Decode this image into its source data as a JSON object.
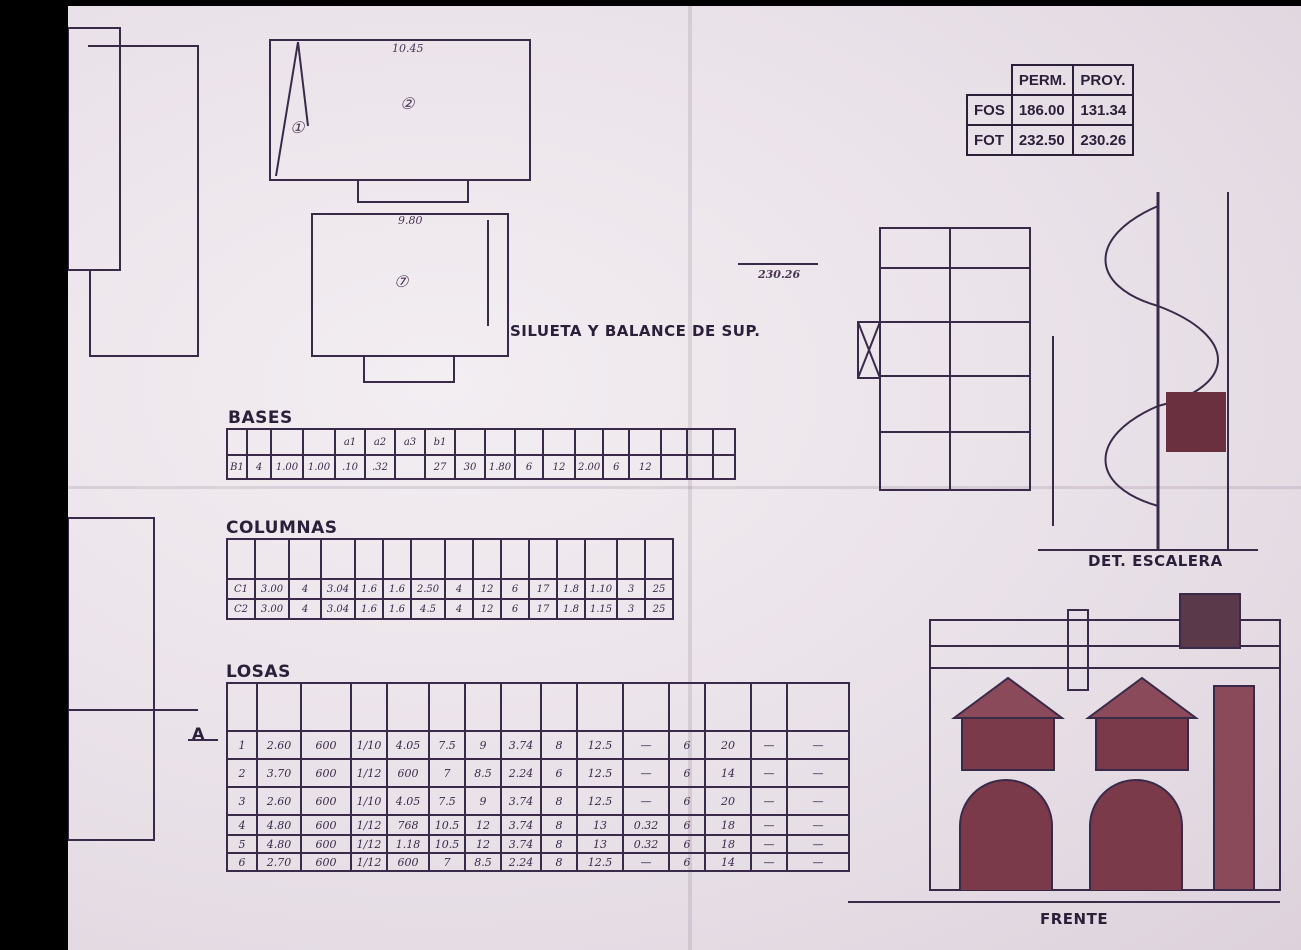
{
  "fos_table": {
    "headers": [
      "",
      "PERM.",
      "PROY."
    ],
    "rows": [
      {
        "label": "FOS",
        "perm": "186.00",
        "proy": "131.34"
      },
      {
        "label": "FOT",
        "perm": "232.50",
        "proy": "230.26"
      }
    ]
  },
  "section_titles": {
    "silueta": "SILUETA Y BALANCE DE SUP.",
    "bases": "BASES",
    "columnas": "COLUMNAS",
    "losas": "LOSAS",
    "escalera": "DET. ESCALERA",
    "frente": "FRENTE",
    "cut_mark": "A"
  },
  "plan_labels": {
    "dim_top": "10.45",
    "dim_lower": "9.80",
    "area_2": "②",
    "area_1": "①",
    "area_7": "⑦",
    "sum_total": "230.26"
  },
  "bases_table": {
    "header_row": [
      "",
      "",
      "",
      "",
      "a1",
      "a2",
      "a3",
      "b1",
      "",
      "",
      "",
      "",
      "",
      "",
      "",
      "",
      "",
      ""
    ],
    "data_row": [
      "B1",
      "4",
      "1.00",
      "1.00",
      ".10",
      ".32",
      "",
      "27",
      "30",
      "1.80",
      "6",
      "12",
      "2.00",
      "6",
      "12",
      "",
      "",
      ""
    ]
  },
  "columnas_table": {
    "rows": [
      [
        "C1",
        "3.00",
        "4",
        "3.04",
        "1.6",
        "1.6",
        "2.50",
        "4",
        "12",
        "6",
        "17",
        "1.8",
        "1.10",
        "3",
        "25"
      ],
      [
        "C2",
        "3.00",
        "4",
        "3.04",
        "1.6",
        "1.6",
        "4.5",
        "4",
        "12",
        "6",
        "17",
        "1.8",
        "1.15",
        "3",
        "25"
      ]
    ]
  },
  "losas_table": {
    "rows": [
      [
        "1",
        "2.60",
        "600",
        "1/10",
        "4.05",
        "7.5",
        "9",
        "3.74",
        "8",
        "12.5",
        "—",
        "6",
        "20",
        "—",
        "—"
      ],
      [
        "2",
        "3.70",
        "600",
        "1/12",
        "600",
        "7",
        "8.5",
        "2.24",
        "6",
        "12.5",
        "—",
        "6",
        "14",
        "—",
        "—"
      ],
      [
        "3",
        "2.60",
        "600",
        "1/10",
        "4.05",
        "7.5",
        "9",
        "3.74",
        "8",
        "12.5",
        "—",
        "6",
        "20",
        "—",
        "—"
      ],
      [
        "4",
        "4.80",
        "600",
        "1/12",
        "768",
        "10.5",
        "12",
        "3.74",
        "8",
        "13",
        "0.32",
        "6",
        "18",
        "—",
        "—"
      ],
      [
        "5",
        "4.80",
        "600",
        "1/12",
        "1.18",
        "10.5",
        "12",
        "3.74",
        "8",
        "13",
        "0.32",
        "6",
        "18",
        "—",
        "—"
      ],
      [
        "6",
        "2.70",
        "600",
        "1/12",
        "600",
        "7",
        "8.5",
        "2.24",
        "8",
        "12.5",
        "—",
        "6",
        "14",
        "—",
        "—"
      ]
    ]
  },
  "colors": {
    "ink": "#3a2a4a",
    "paper": "#ece4eb",
    "shade": "#6b3040"
  }
}
